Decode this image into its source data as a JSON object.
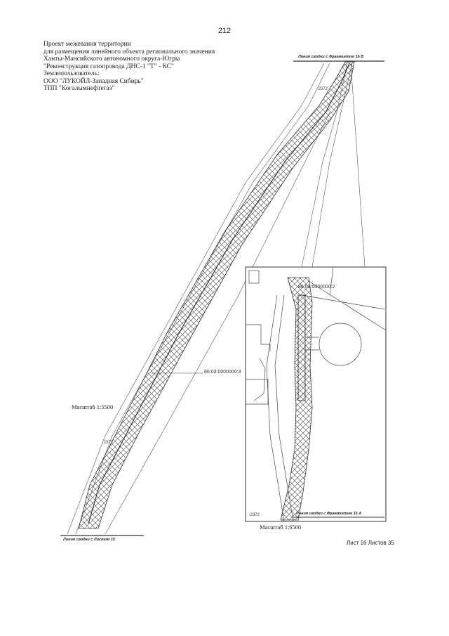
{
  "page_number": "212",
  "header": {
    "line1": "Проект межевания территории",
    "line2": "для размещения линейного объекта регионального значения",
    "line3": "Ханты-Мансийского автономного округа-Югры",
    "line4": "\"Реконструкция газопровода ДНС-1 \"Т\" - КС\"",
    "line5": "Землепользователь:",
    "line6": "ООО \"ЛУКОЙЛ-Западная Сибирь\"",
    "line7": "ТПП \"Когалымнефтегаз\""
  },
  "map": {
    "match_line_top": "Линия сводки с Фрагментом 16 В",
    "match_line_bottom": "Линия сводки с Листом 15",
    "match_line_inset": "Линия сводки с Фрагментом 15 А",
    "cadastral_main": "86:03:0000000:3",
    "cadastral_inset": "86:03:0000000:2",
    "plot_2372_top": ":2372",
    "plot_2372_inset": ":2372",
    "plot_2372_left": ":2372",
    "scale_main": "Масштаб 1:5500",
    "scale_inset": "Масштаб 1:6500"
  },
  "sheet_label": "Лист 16 Листов 35"
}
